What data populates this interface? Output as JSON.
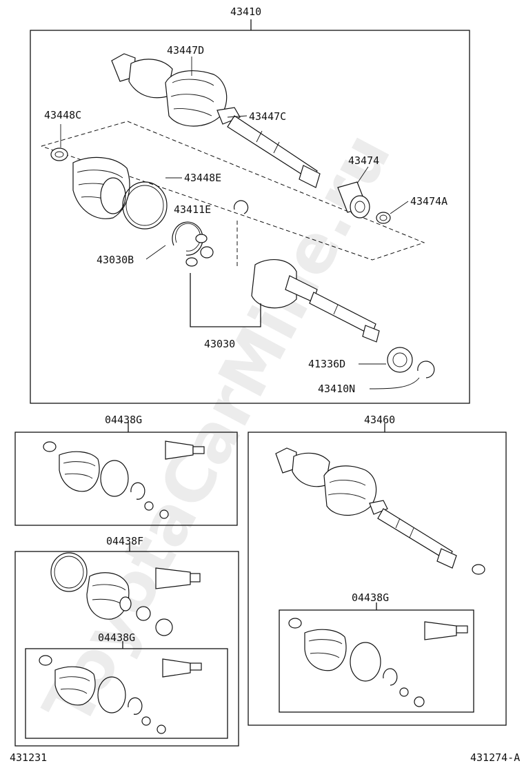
{
  "watermark": "ToyotaCarMine.ru",
  "assemblies": {
    "main_shaft": "43410",
    "rh_shaft": "43460"
  },
  "kits": {
    "kit_g_top": "04438G",
    "kit_f": "04438F",
    "kit_g_inner_f": "04438G",
    "kit_g_inner_rh": "04438G"
  },
  "parts": {
    "p43447D": "43447D",
    "p43447C": "43447C",
    "p43448C": "43448C",
    "p43448E": "43448E",
    "p43474": "43474",
    "p43474A": "43474A",
    "p43411E": "43411E",
    "p43030B": "43030B",
    "p43030": "43030",
    "p41336D": "41336D",
    "p43410N": "43410N"
  },
  "footer": {
    "left_code": "431231",
    "right_code": "431274-A"
  }
}
